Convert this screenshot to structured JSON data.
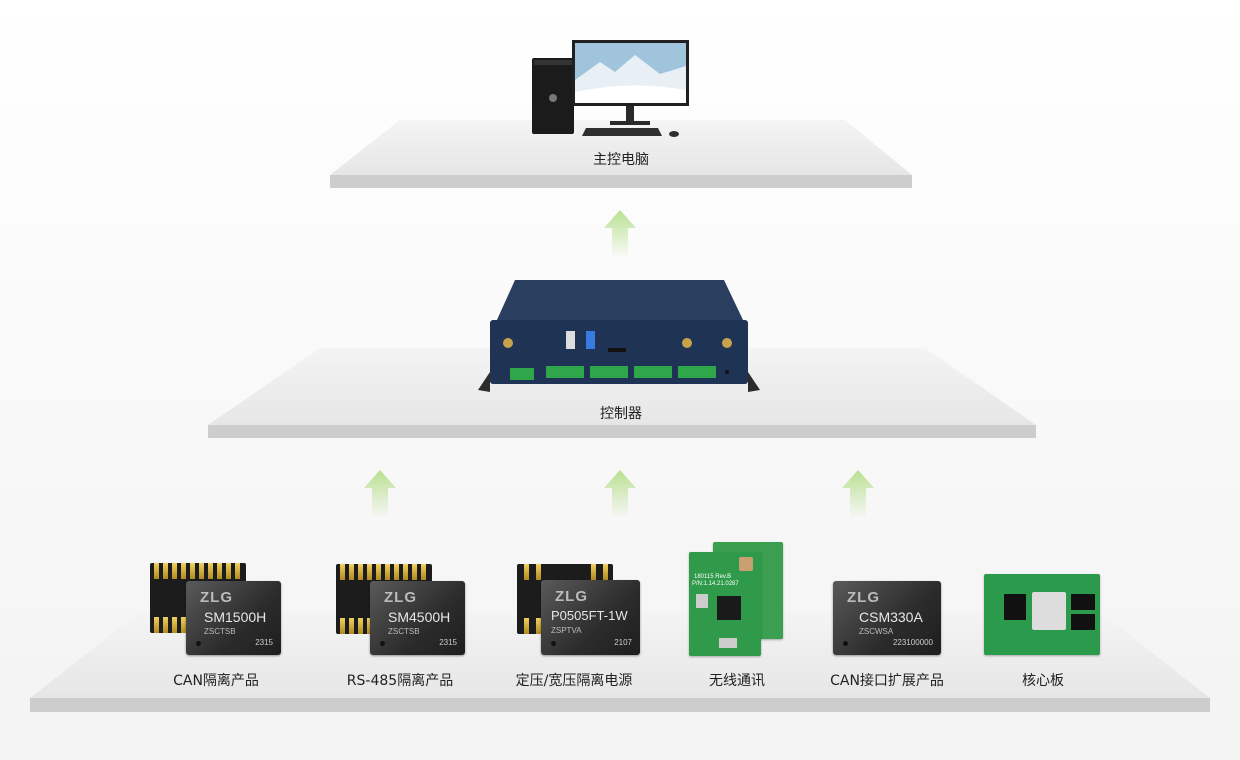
{
  "tiers": {
    "top": {
      "label": "主控电脑"
    },
    "middle": {
      "label": "控制器"
    },
    "bottom": {
      "items": [
        {
          "label": "CAN隔离产品",
          "chip": {
            "logo": "ZLG",
            "model": "SM1500H",
            "sub": "ZSCTSB",
            "date": "2315"
          }
        },
        {
          "label": "RS-485隔离产品",
          "chip": {
            "logo": "ZLG",
            "model": "SM4500H",
            "sub": "ZSCTSB",
            "date": "2315"
          }
        },
        {
          "label": "定压/宽压隔离电源",
          "chip": {
            "logo": "ZLG",
            "model": "P0505FT-1W",
            "sub": "ZSPTVA",
            "date": "2107"
          }
        },
        {
          "label": "无线通讯",
          "chip": {
            "line1": "180115 Rev.B",
            "line2": "P/N:1.14.21.0287"
          }
        },
        {
          "label": "CAN接口扩展产品",
          "chip": {
            "logo": "ZLG",
            "model": "CSM330A",
            "sub": "ZSCWSA",
            "date": "223100000"
          }
        },
        {
          "label": "核心板"
        }
      ]
    }
  },
  "colors": {
    "arrow": "#c8e6a8",
    "platform_top": "#ececec",
    "platform_edge": "#cdcdcd",
    "controller": "#1f3354",
    "terminal": "#2fa64a"
  },
  "icons": {
    "arrow": "arrow-up-icon",
    "computer": "desktop-computer-icon",
    "controller": "controller-device-icon"
  }
}
